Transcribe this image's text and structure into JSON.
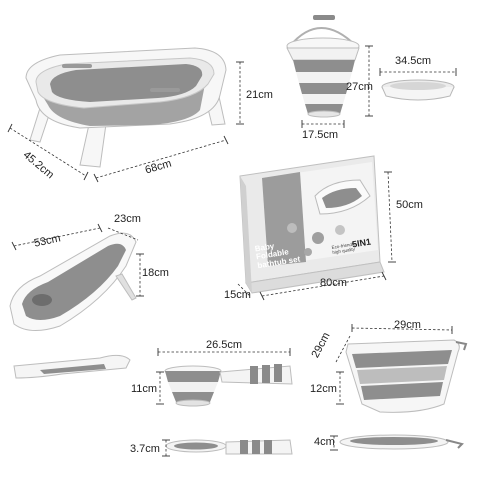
{
  "products": {
    "bathtub": {
      "length": "68cm",
      "width": "45.2cm",
      "height": "21cm"
    },
    "bucket": {
      "height": "27cm",
      "diameter": "17.5cm"
    },
    "bucket_lid": {
      "diameter": "34.5cm"
    },
    "package_box": {
      "height": "50cm",
      "length": "80cm",
      "depth": "15cm",
      "title_line1": "Baby",
      "title_line2": "Foldable",
      "title_line3": "bathtub set",
      "tagline": "Eco-friendly high quality",
      "badge": "5IN1"
    },
    "bath_seat": {
      "length": "53cm",
      "width": "23cm",
      "height": "18cm"
    },
    "ladle": {
      "length": "26.5cm",
      "height": "11cm",
      "folded_height": "3.7cm"
    },
    "basin": {
      "length": "29cm",
      "width": "29cm",
      "height": "12cm",
      "folded_height": "4cm"
    }
  },
  "colors": {
    "accent_gray": "#8e8e8e",
    "body_white": "#f7f7f7"
  }
}
